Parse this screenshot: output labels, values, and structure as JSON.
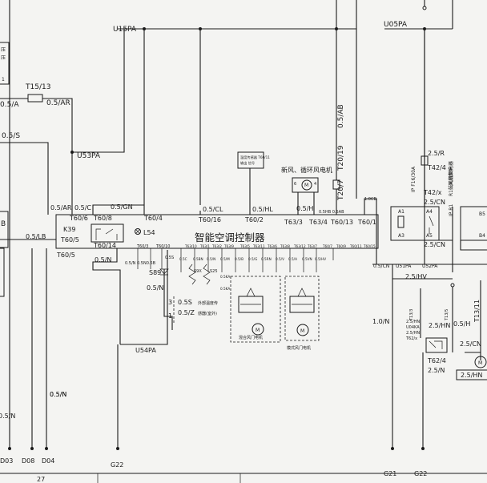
{
  "diagram": {
    "controller_title": "智能空调控制器",
    "labels": {
      "u15pa": "U15PA",
      "u05pa": "U05PA",
      "u53pa": "U53PA",
      "u54pa": "U54PA",
      "t15_13": "T15/13",
      "w05a": "0.5/A",
      "w05ar": "0.5/AR",
      "w05s": "0.5/S",
      "w05ar_small": "0.5/AR",
      "w05c": "0.5/C",
      "w05gn": "0.5/GN",
      "w05cl": "0.5/CL",
      "w05hl": "0.5/HL",
      "w05h": "0.5/H",
      "w05lb": "0.5/LB",
      "w05n_a": "0.5/N",
      "w05n_b": "0.5/N",
      "w05n_c": "0.5/N",
      "w05n_d": "0.5/N",
      "w05n_e": "0.5/N",
      "w10n": "1.0/N",
      "w05ab": "0.5/AB",
      "t60_6": "T60/6",
      "t60_8": "T60/8",
      "t60_4": "T60/4",
      "t60_16": "T60/16",
      "t60_2": "T60/2",
      "t63_3": "T63/3",
      "t63_4": "T63/4",
      "t60_13": "T60/13",
      "t60_1": "T60/1",
      "t60_5": "T60/5",
      "t60_14": "T60/14",
      "t20_19": "T20/19",
      "t20_7": "T20/7",
      "k39": "K39",
      "l54": "L54",
      "s89": "S89",
      "fresh_motor": "新风、循环风电机",
      "g22_a": "G22",
      "g22_b": "G22",
      "g21": "G21",
      "d03": "D03",
      "d08": "D08",
      "d04": "D04",
      "n27": "27",
      "b_left": "B",
      "n1_left": "1",
      "n3": "3",
      "n1": "1",
      "w05s_sensor": "0.5S",
      "w05z_sensor": "0.5/Z",
      "sensor_in": "外部温度传",
      "sensor_out": "感器(室外)",
      "r_2_5r": "2.5/R",
      "r_t42_4": "T42/4",
      "r_fuse": "IP F16/30A",
      "r_fan_prot": "风扇保护",
      "r_25cn_a": "2.5/CN",
      "r_t42_x": "T42/x",
      "r_25cn_b": "2.5/CN",
      "r_ipr1": "IP R1",
      "r_relay_name": "R1鼓风机继电器",
      "r_a1": "A1",
      "r_a4": "A4",
      "r_a3": "A3",
      "r_a5": "A5",
      "r_b5": "B5",
      "r_b4": "B4",
      "r_u05cn": "0.5/CN",
      "r_u51pa": "U51PA",
      "r_u52pa": "U52PA",
      "r_25hv": "2.5/HV",
      "r_25hn_a": "2.5/HN",
      "r_25hn_b": "2.5/HN",
      "r_25hn_c": "2.5/HN",
      "r_25hn_d": "2.5/HN",
      "r_25n": "2.5/N",
      "r_25cn_c": "2.5/CN",
      "r_05h": "0.5/H",
      "r_t13_11": "T13/11",
      "r_t62_4": "T62/4",
      "r_u04ka": "U04KA",
      "r_t62_x": "T62/x",
      "r_t13_3": "T13/3",
      "r_t13_5": "T13/5",
      "r_10cb": "1.0CB",
      "pin_t60_3": "T60/3",
      "pin_t60_10": "T60/10",
      "pin_t63_10": "T63/10",
      "pin_t63_1": "T63/1",
      "pin_t63_2": "T63/2",
      "pin_t63_9": "T63/9",
      "pin_t63_5": "T63/5",
      "pin_t63_11": "T63/11",
      "pin_t63_6": "T63/6",
      "pin_t63_8": "T63/8",
      "pin_t63_12": "T63/12",
      "pin_t63_7": "T63/7",
      "pin_t60_7": "T60/7",
      "pin_t60_9": "T60/9",
      "pin_t60_11": "T60/11",
      "pin_t60_15": "T60/15",
      "pin_05n": "0.5/N",
      "pin_05n05b": "0.5N0.5B",
      "pin_05s": "0.5S",
      "pin_05c": "0.5C",
      "pin_05bn": "0.5BN",
      "pin_05nx": "0.5/N",
      "pin_05m": "0.5/M",
      "pin_05b": "0.5/B",
      "pin_05g": "0.5/G",
      "pin_05rn": "0.5RN",
      "pin_05v": "0.5/V",
      "pin_05a": "0.5/A",
      "pin_05vn": "0.5VN",
      "pin_05hv": "0.5/HV",
      "pin_05ka": "0.5KA",
      "pin_05ka_b": "0.5KA",
      "s9x": "S9X",
      "s25": "S25",
      "m": "M",
      "mix_motor": "混合风门电机",
      "mode_motor": "模式风门电机",
      "small_box": "温度传感器 T60/11",
      "small_box2": "输出 信号"
    }
  }
}
